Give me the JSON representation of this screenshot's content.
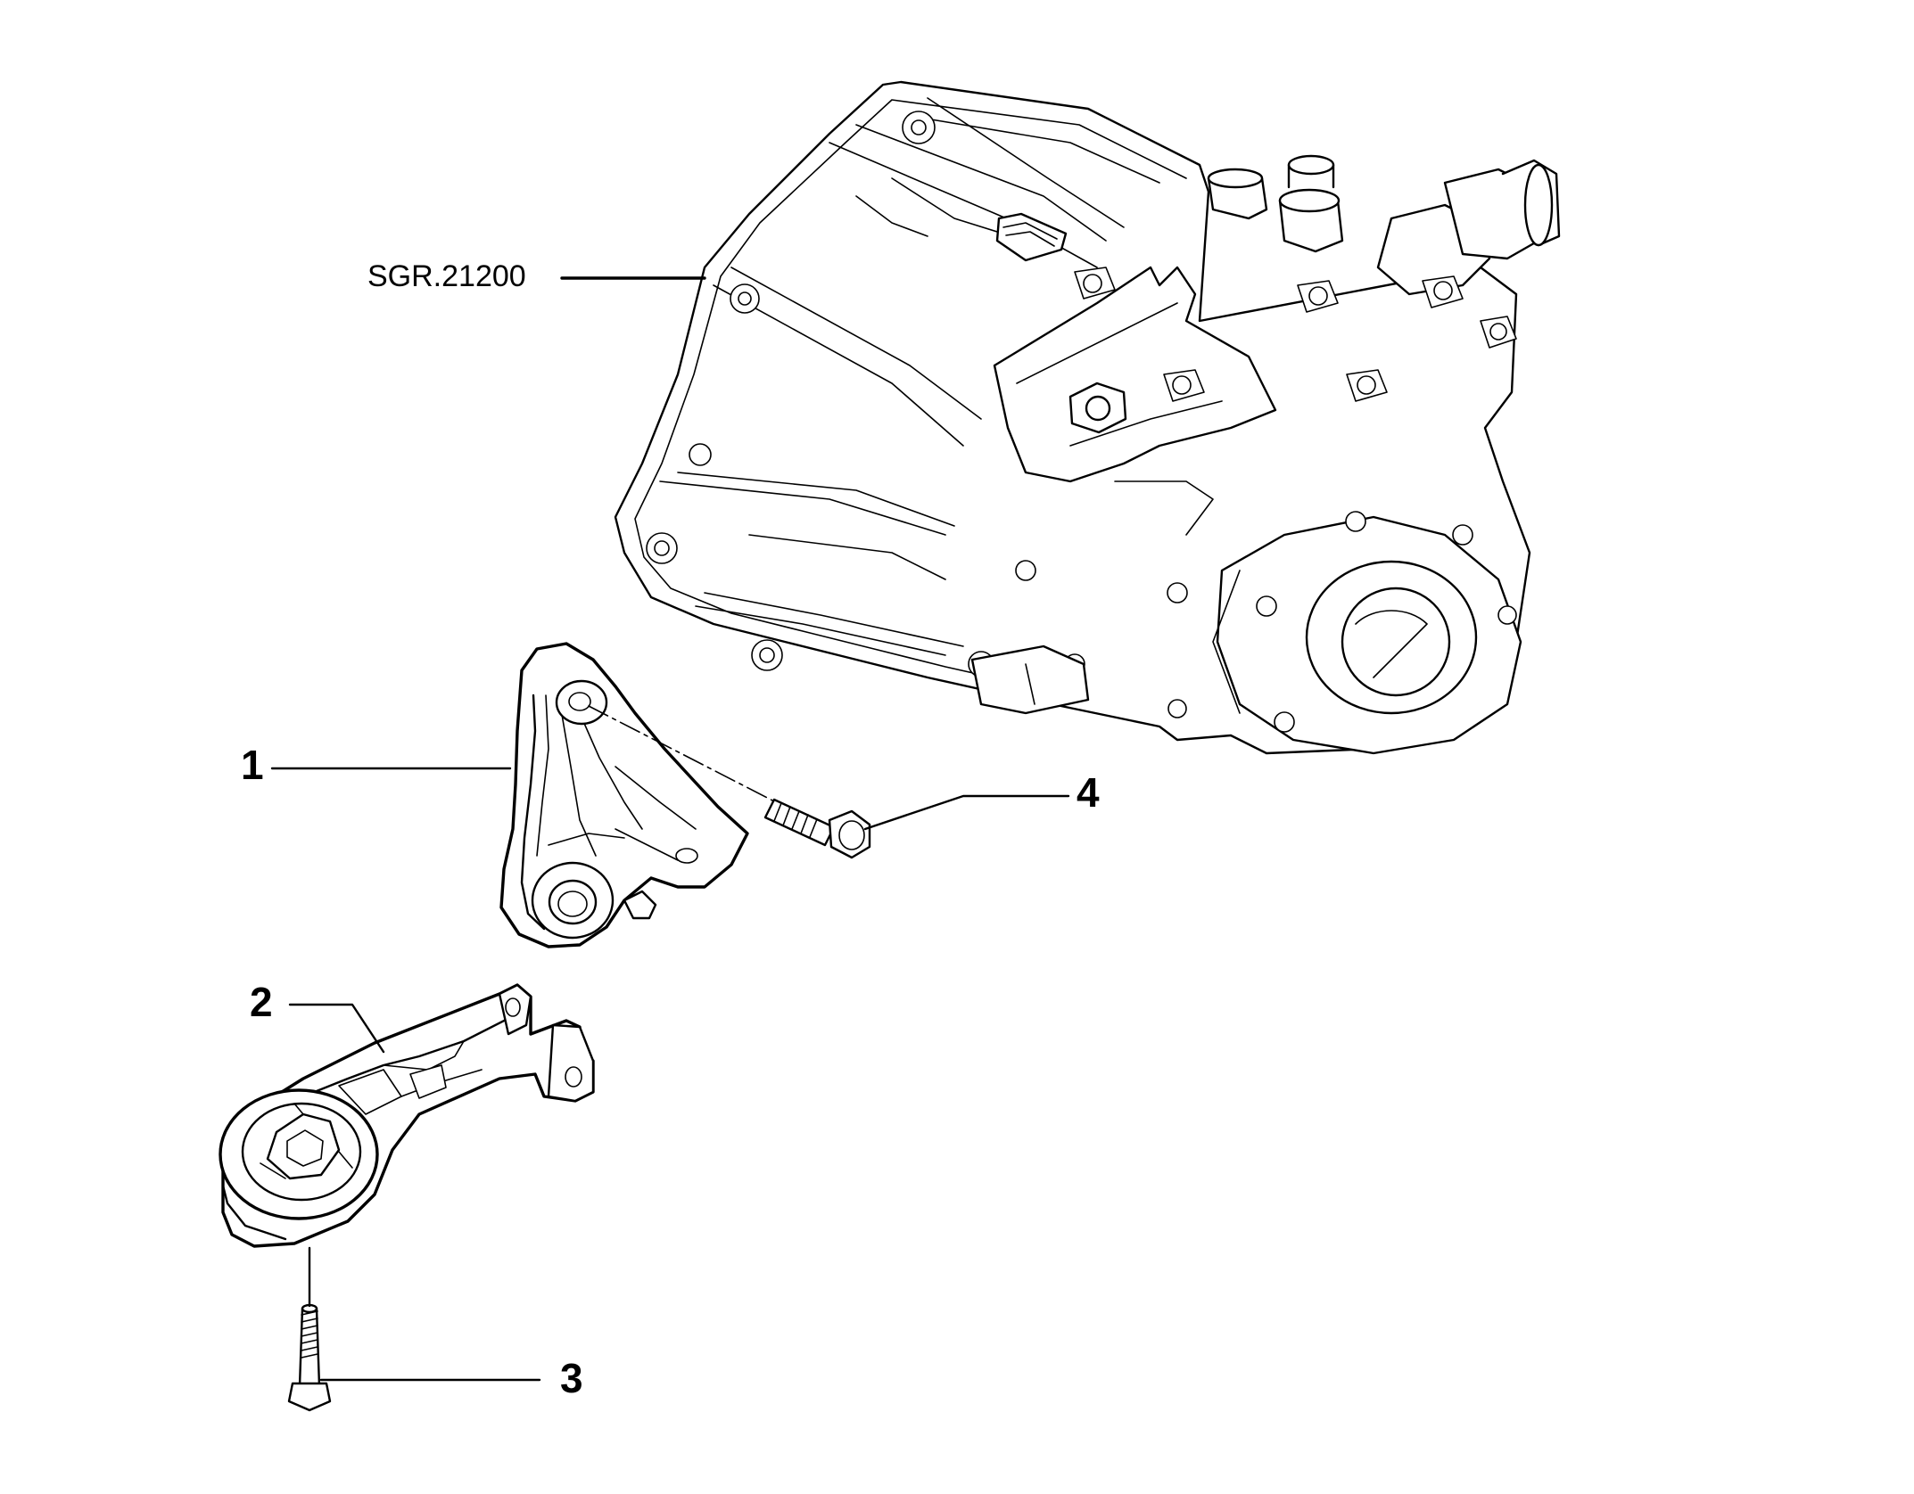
{
  "assembly_reference": "SGR.21200",
  "callouts": [
    {
      "id": "callout-1",
      "label": "1"
    },
    {
      "id": "callout-2",
      "label": "2"
    },
    {
      "id": "callout-3",
      "label": "3"
    },
    {
      "id": "callout-4",
      "label": "4"
    }
  ]
}
